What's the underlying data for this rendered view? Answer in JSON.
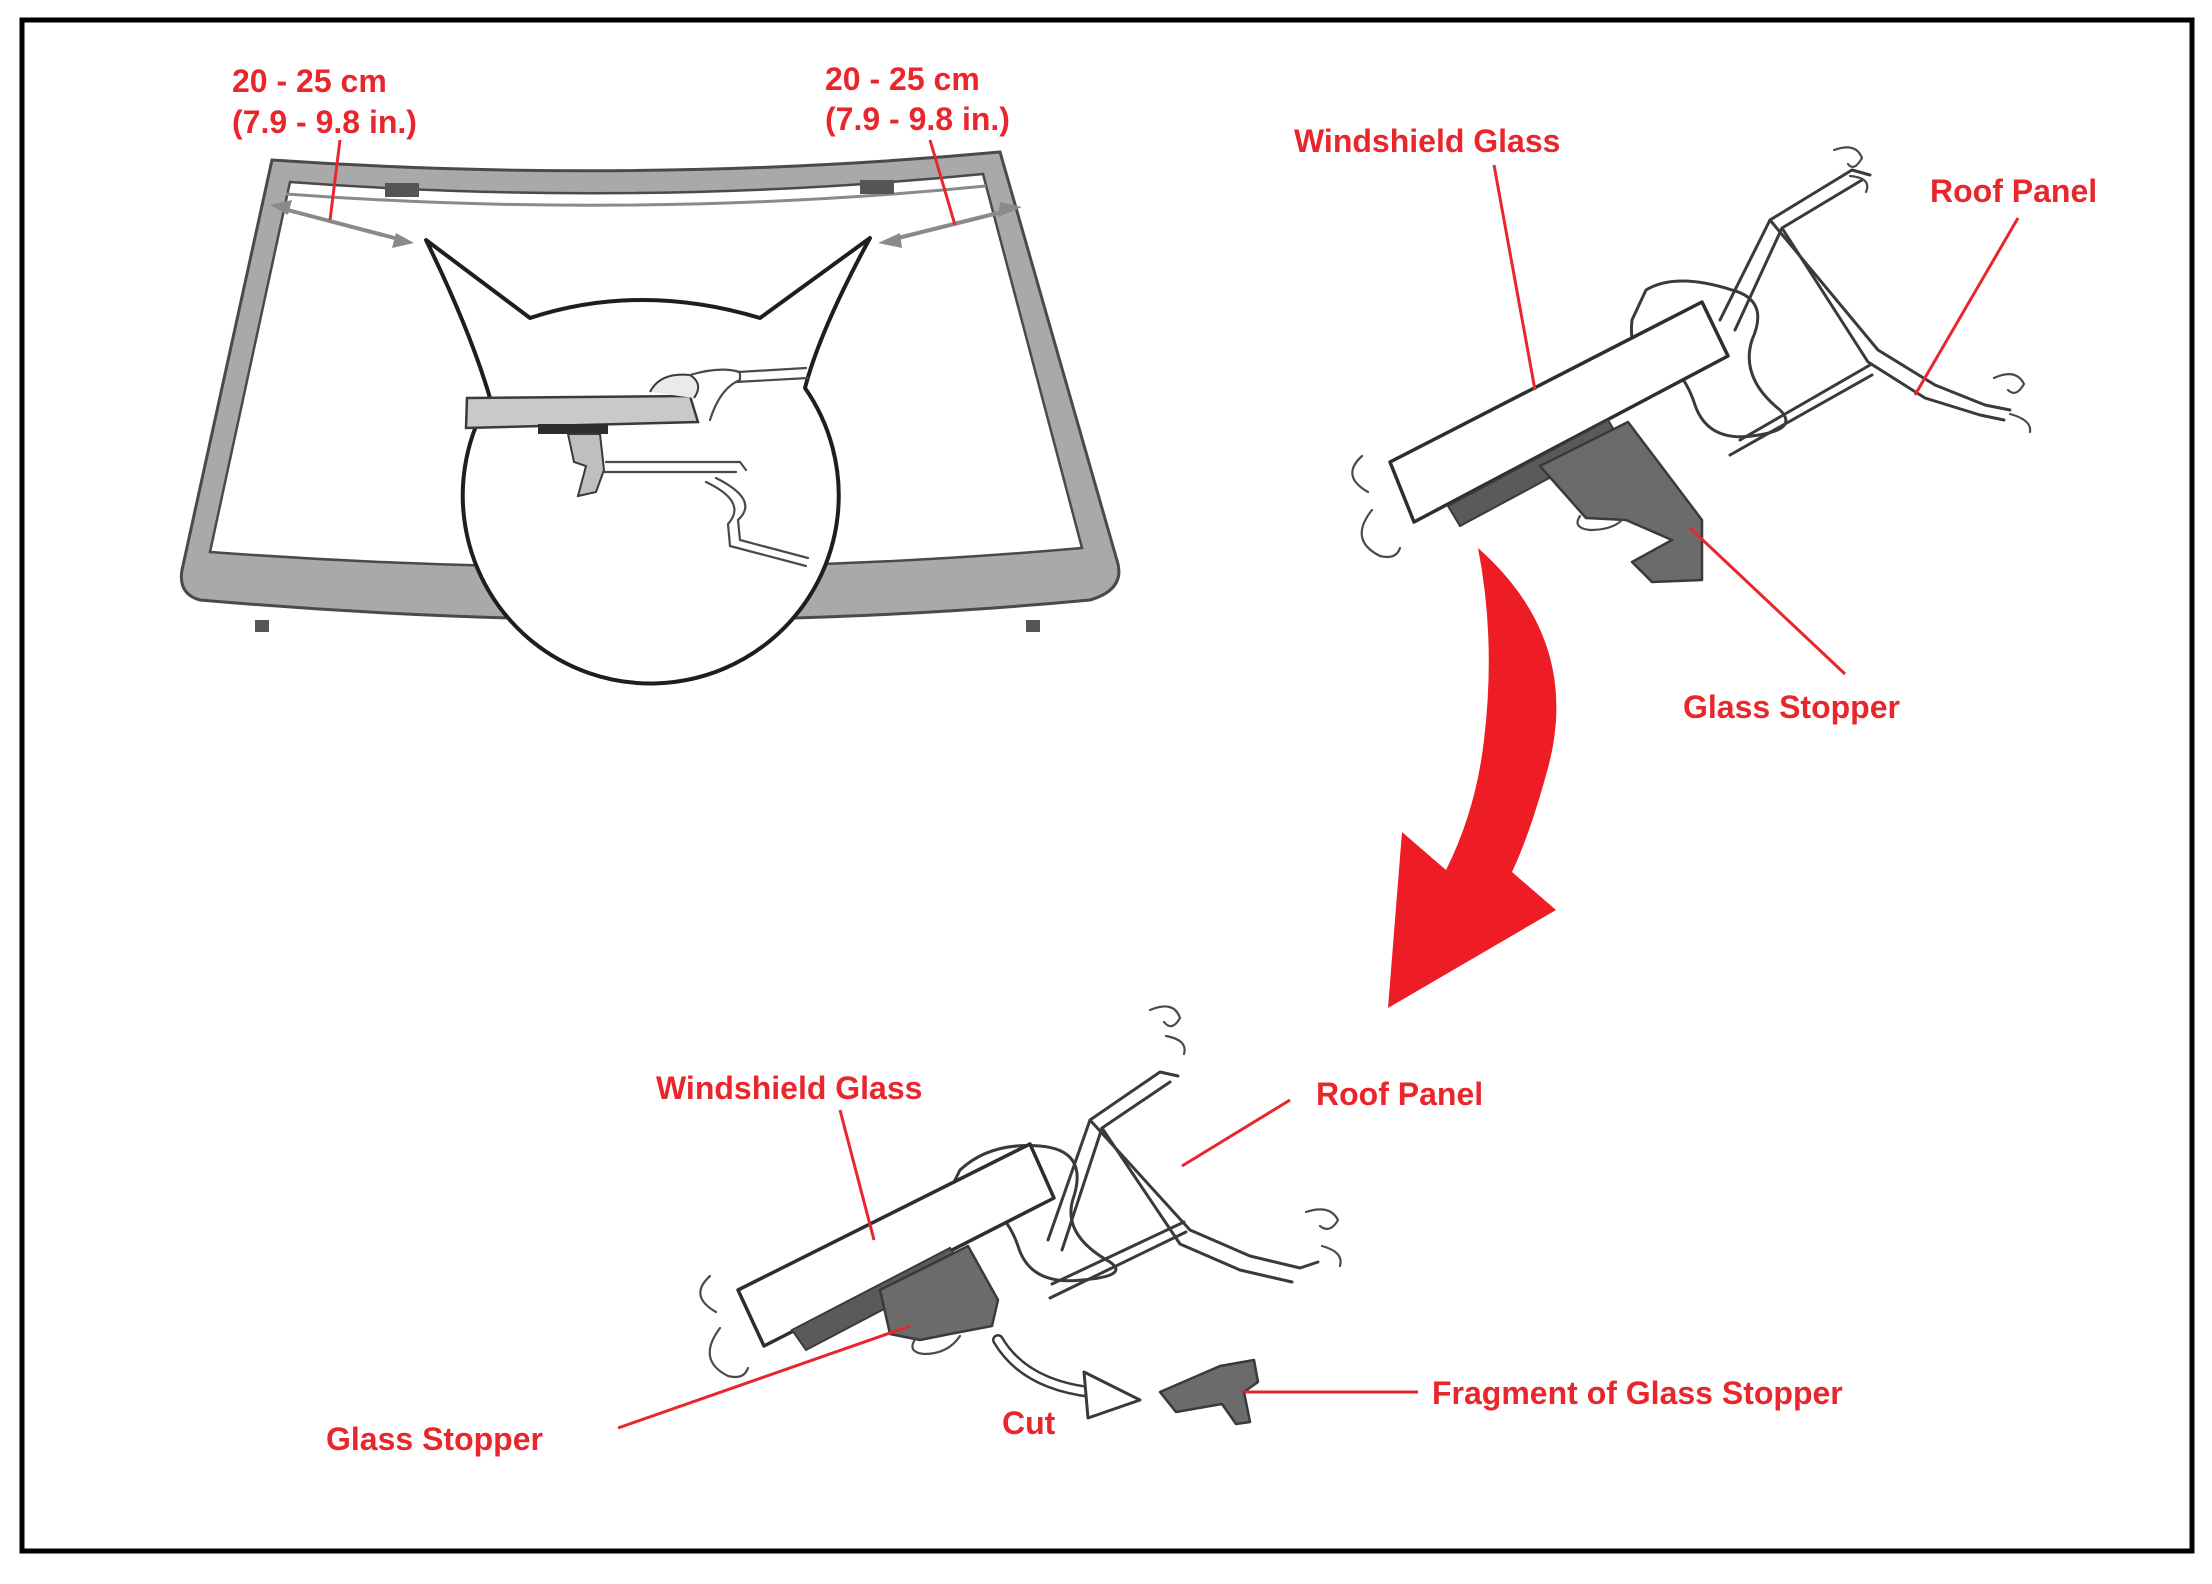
{
  "colors": {
    "label_red": "#e8262b",
    "frame": "#000000",
    "windshield_gray": "#a9a9a9",
    "stopper_gray": "#6b6b6b"
  },
  "top_left": {
    "dim_left_line1": "20 - 25 cm",
    "dim_left_line2": "(7.9 - 9.8 in.)",
    "dim_right_line1": "20 - 25 cm",
    "dim_right_line2": "(7.9 - 9.8 in.)"
  },
  "top_right": {
    "windshield_glass": "Windshield Glass",
    "roof_panel": "Roof Panel",
    "glass_stopper": "Glass Stopper"
  },
  "bottom": {
    "windshield_glass": "Windshield Glass",
    "roof_panel": "Roof Panel",
    "glass_stopper": "Glass Stopper",
    "cut": "Cut",
    "fragment": "Fragment of Glass Stopper"
  }
}
